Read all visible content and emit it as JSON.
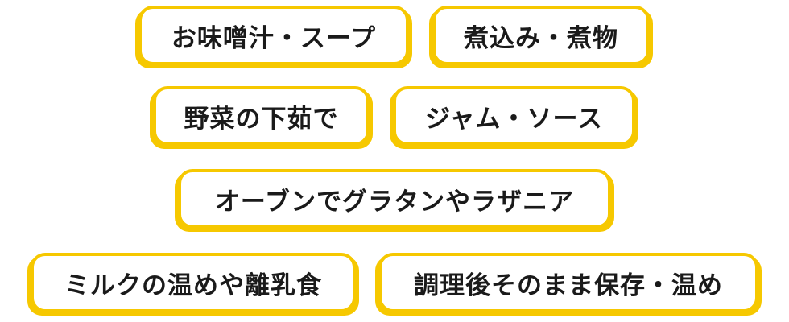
{
  "tags": [
    "お味噌汁・スープ",
    "煮込み・煮物",
    "野菜の下茹で",
    "ジャム・ソース",
    "オーブンでグラタンやラザニア",
    "ミルクの温めや離乳食",
    "調理後そのまま保存・温め"
  ],
  "colors": {
    "accent": "#f6c800",
    "text": "#1a1a1a",
    "background": "#ffffff"
  }
}
